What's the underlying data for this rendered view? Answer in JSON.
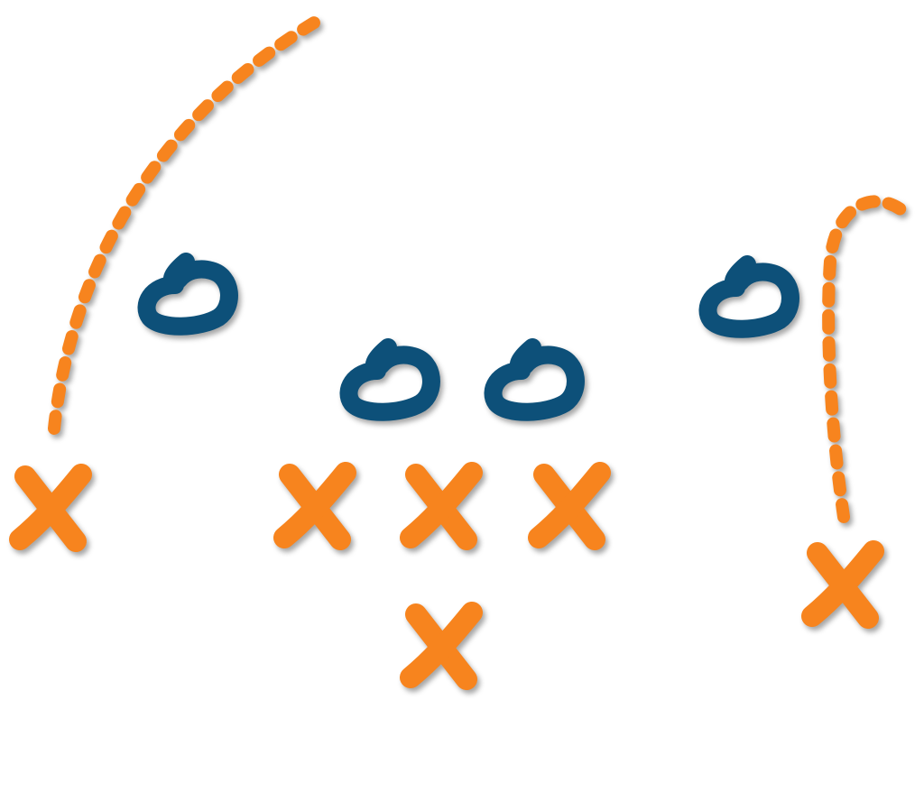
{
  "colors": {
    "offense": "#f7841e",
    "defense": "#0d5079",
    "background": "#ffffff"
  },
  "offense_players": [
    {
      "id": "left-receiver",
      "symbol": "X"
    },
    {
      "id": "left-lineman",
      "symbol": "X"
    },
    {
      "id": "center",
      "symbol": "X"
    },
    {
      "id": "right-lineman",
      "symbol": "X"
    },
    {
      "id": "quarterback",
      "symbol": "X"
    },
    {
      "id": "right-receiver",
      "symbol": "X"
    }
  ],
  "defense_players": [
    {
      "id": "left-defender",
      "symbol": "O"
    },
    {
      "id": "middle-left-defender",
      "symbol": "O"
    },
    {
      "id": "middle-right-defender",
      "symbol": "O"
    },
    {
      "id": "right-defender",
      "symbol": "O"
    }
  ],
  "routes": [
    {
      "id": "left-receiver-route",
      "style": "dashed",
      "shape": "fly"
    },
    {
      "id": "right-receiver-route",
      "style": "dashed",
      "shape": "hook"
    }
  ]
}
